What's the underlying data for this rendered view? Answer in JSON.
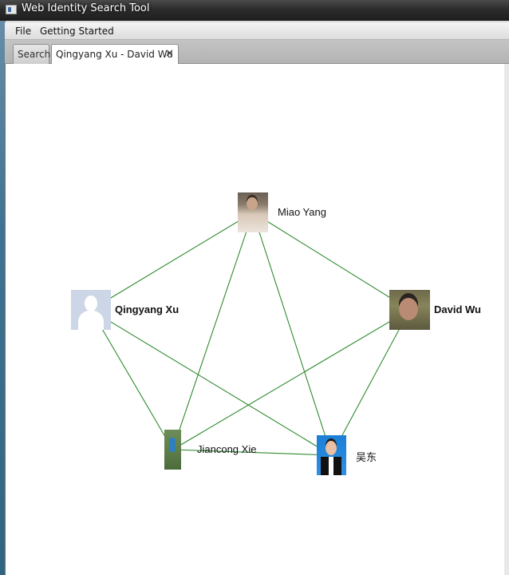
{
  "window": {
    "title": "Web Identity Search Tool"
  },
  "menu": [
    "File",
    "Getting Started"
  ],
  "tabs": [
    {
      "label": "Search",
      "active": false
    },
    {
      "label": "Qingyang Xu - David Wu",
      "active": true,
      "close_glyph": "✕"
    }
  ],
  "graph": {
    "edge_color": "#2e8b2e",
    "nodes": [
      {
        "id": "miao",
        "label": "Miao Yang",
        "bold": false,
        "photo": "portrait-photo"
      },
      {
        "id": "qingyang",
        "label": "Qingyang Xu",
        "bold": true,
        "photo": "default-avatar-silhouette"
      },
      {
        "id": "david",
        "label": "David Wu",
        "bold": true,
        "photo": "portrait-photo"
      },
      {
        "id": "jiancong",
        "label": "Jiancong Xie",
        "bold": false,
        "photo": "portrait-photo"
      },
      {
        "id": "wu",
        "label": "吴东",
        "bold": false,
        "photo": "portrait-photo"
      }
    ],
    "edges": [
      [
        "miao",
        "qingyang"
      ],
      [
        "miao",
        "david"
      ],
      [
        "miao",
        "jiancong"
      ],
      [
        "miao",
        "wu"
      ],
      [
        "qingyang",
        "jiancong"
      ],
      [
        "qingyang",
        "wu"
      ],
      [
        "david",
        "jiancong"
      ],
      [
        "david",
        "wu"
      ],
      [
        "jiancong",
        "wu"
      ]
    ]
  }
}
